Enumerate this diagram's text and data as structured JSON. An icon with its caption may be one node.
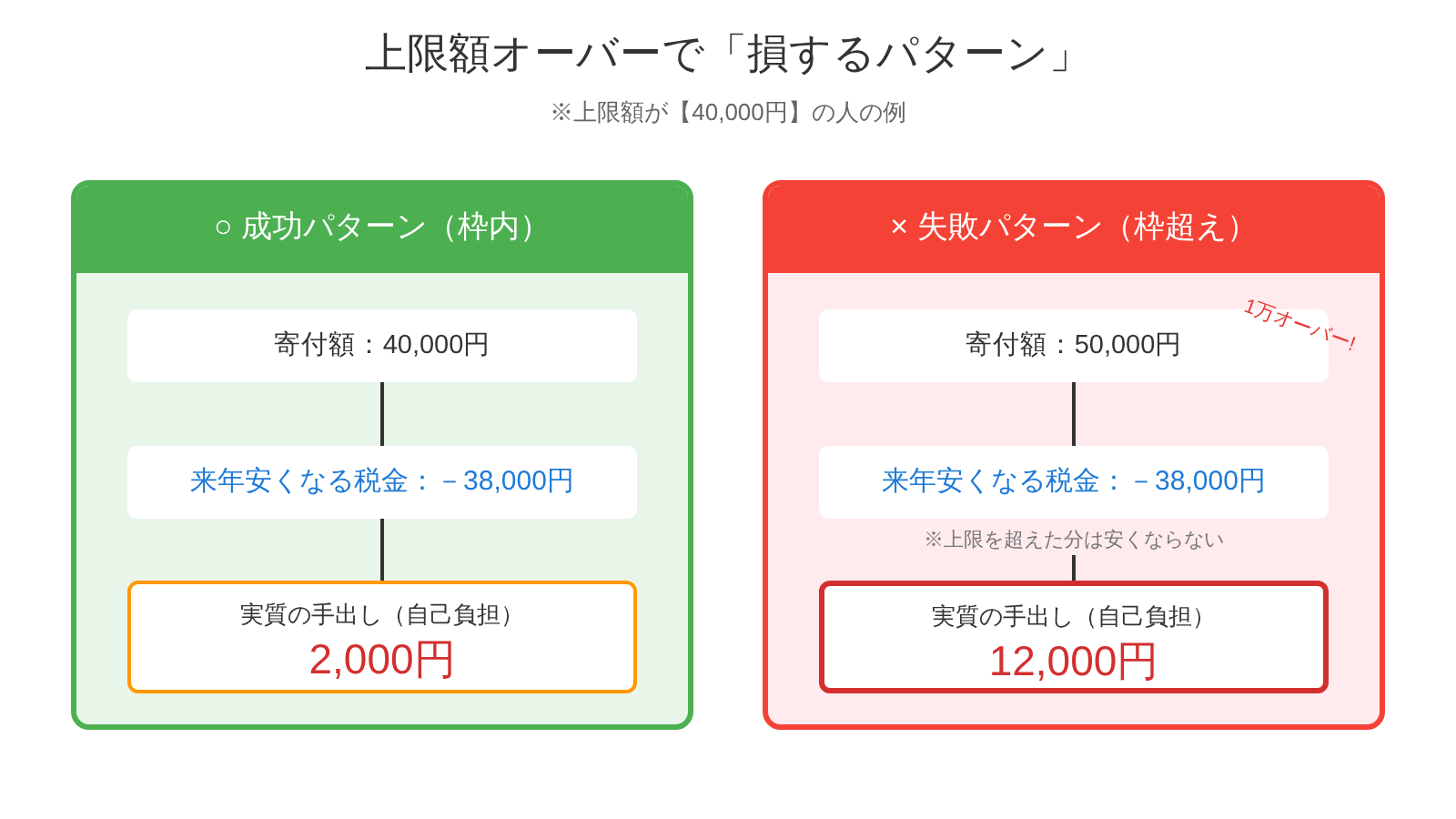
{
  "diagram": {
    "title": "上限額オーバーで「損するパターン」",
    "nodes": [
      {
        "text": [
          "○ 成功パターン（枠内）"
        ]
      },
      {
        "text": [
          "寄付額：40,000円"
        ],
        "in": 0
      },
      {
        "text": [
          "来年安くなる税金：－38,000円"
        ],
        "in": 0
      },
      {
        "text": [
          "実質の手出し（自己負担）",
          "2,000円"
        ],
        "in": 0
      },
      {
        "text": [
          "× 失敗パターン（枠超え）"
        ]
      },
      {
        "text": [
          "寄付額：50,000円"
        ],
        "in": 4
      },
      {
        "text": [
          "来年安くなる税金：－38,000円"
        ],
        "in": 4,
        "beside": [
          "※上限を超えた分は安くならない"
        ]
      },
      {
        "text": [
          "実質の手出し（自己負担）",
          "12,000円"
        ],
        "in": 4
      }
    ],
    "edges": [
      {
        "from": 1,
        "to": 2,
        "arrow": "none"
      },
      {
        "from": 2,
        "to": 3,
        "arrow": "none"
      },
      {
        "from": 5,
        "to": 6,
        "arrow": "none"
      },
      {
        "from": 6,
        "to": 7,
        "arrow": "none"
      }
    ],
    "labels": [
      "※上限額が【40,000円】の人の例",
      "1万オーバー!"
    ]
  }
}
